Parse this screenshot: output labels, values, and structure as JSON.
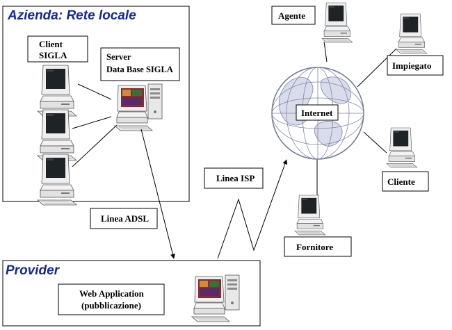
{
  "colors": {
    "heading": "#1428a0",
    "globe_ocean": "#ffffff",
    "globe_land": "#d9dcea",
    "globe_grid": "#7f86a8",
    "monitor_screen": "#1e2326",
    "server_screen": "#8a2a2a",
    "computer_case": "#e4e4e4"
  },
  "lan": {
    "title": "Azienda: Rete locale",
    "client_line1": "Client",
    "client_line2": "SIGLA",
    "server_line1": "Server",
    "server_line2": "Data Base  SIGLA"
  },
  "links": {
    "adsl": "Linea ADSL",
    "isp": "Linea ISP"
  },
  "internet": {
    "label": "Internet",
    "agente": "Agente",
    "impiegato": "Impiegato",
    "cliente": "Cliente",
    "fornitore": "Fornitore"
  },
  "provider": {
    "title": "Provider",
    "app_line1": "Web Application",
    "app_line2": "(pubblicazione)"
  },
  "icons": [
    "desktop-computer-icon",
    "server-computer-icon",
    "globe-icon"
  ]
}
